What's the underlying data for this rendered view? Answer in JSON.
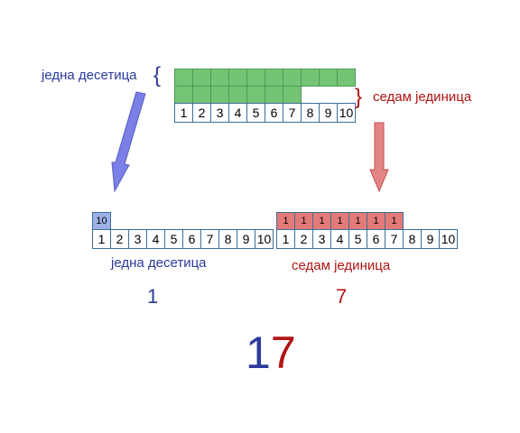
{
  "labels": {
    "one_ten_top": "једна десетица",
    "seven_units_top": "седам јединица",
    "one_ten_bottom": "једна десетица",
    "seven_units_bottom": "седам јединица"
  },
  "braces": {
    "left": "{",
    "right": "}"
  },
  "number_line": [
    "1",
    "2",
    "3",
    "4",
    "5",
    "6",
    "7",
    "8",
    "9",
    "10"
  ],
  "tens_block_value": "10",
  "unit_block_value": "1",
  "result": {
    "tens_digit": "1",
    "units_digit": "7",
    "whole_tens": "1",
    "whole_units": "7"
  },
  "colors": {
    "blue_text": "#2b3a9b",
    "red_text": "#b01515",
    "green_block": "#74c476",
    "tens_block": "#9db1e8",
    "unit_block": "#e37a7a",
    "arrow_blue": "#7b80e6",
    "arrow_red": "#e48585"
  }
}
